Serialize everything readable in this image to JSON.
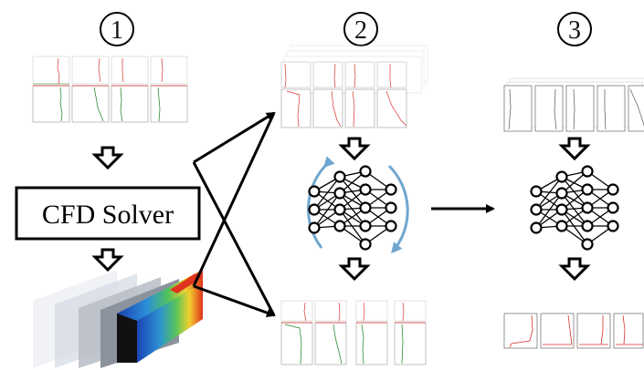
{
  "steps": [
    {
      "label": "1"
    },
    {
      "label": "2"
    },
    {
      "label": "3"
    }
  ],
  "solver": {
    "label": "CFD Solver"
  },
  "icons": {
    "down_arrow": "hollow-down-arrow-icon",
    "network": "neural-network-icon",
    "cycle": "circular-arrows-icon",
    "cfd_render": "3d-cfd-geometry-icon"
  },
  "colors": {
    "stroke": "#000000",
    "cycle_arrows": "#6fa6cf",
    "plot_red": "#d9312a",
    "plot_green": "#2e8b32"
  }
}
